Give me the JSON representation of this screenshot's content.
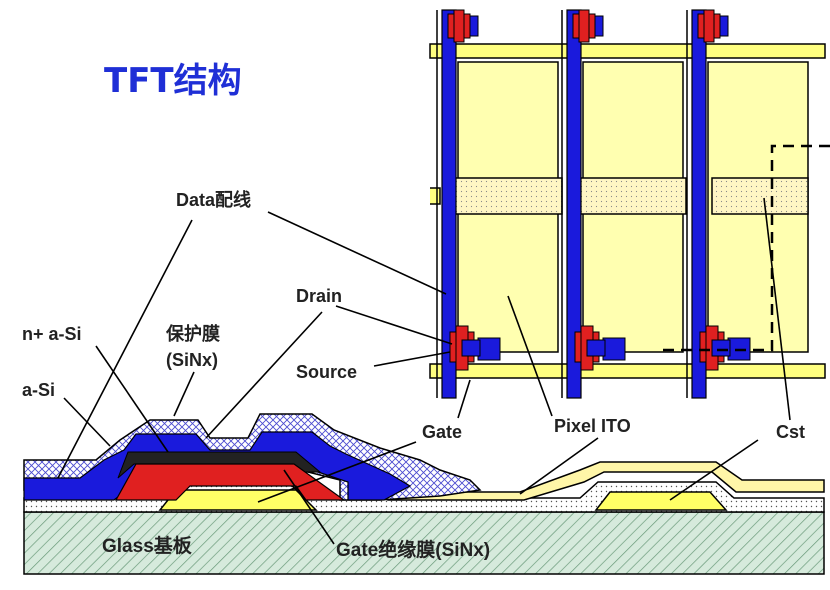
{
  "title": "TFT结构",
  "labels": {
    "data_line": "Data配线",
    "drain": "Drain",
    "n_plus_asi": "n+ a-Si",
    "passivation": "保护膜",
    "passivation_sub": "(SiNx)",
    "asi": "a-Si",
    "source": "Source",
    "gate": "Gate",
    "pixel_ito": "Pixel ITO",
    "cst": "Cst",
    "glass": "Glass基板",
    "gate_insulator": "Gate绝缘膜(SiNx)"
  },
  "colors": {
    "title": "#1f2fd6",
    "data_line": "#1a1adc",
    "gate_line": "#ffff80",
    "pixel_ito": "#ffffb0",
    "source_drain": "#e02020",
    "glass": "#cfe7d8",
    "insulator": "#fff3c8",
    "passivation_hatch": "#6a6ad8",
    "black": "#000000"
  }
}
